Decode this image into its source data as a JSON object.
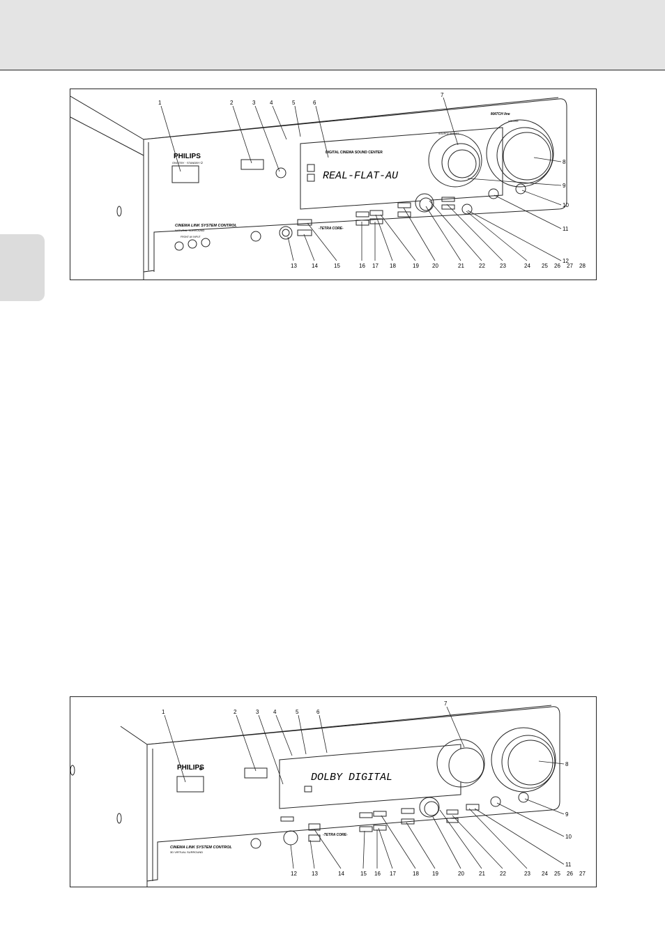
{
  "page": {
    "band_color": "#e4e4e4",
    "tab_color": "#dcdcdc"
  },
  "figure_top": {
    "brand": "PHILIPS",
    "power_label": "ON/STBY · STANDBY ⏻",
    "display_heading": "DIGITAL CINEMA SOUND CENTER",
    "display_text": "REAL-FLAT-AU",
    "cinema_link_label": "CINEMA LINK SYSTEM CONTROL",
    "surround_label": "NATURAL SURROUND",
    "tetra_label": "-TETRA CORE-",
    "match_label": "MATCH line",
    "volume_label": "VOLUME",
    "source_label": "SOURCE SELECT",
    "phones_label": "FRONT AV INPUT",
    "callouts_top": [
      "1",
      "2",
      "3",
      "4",
      "5",
      "6",
      "7"
    ],
    "callouts_right": [
      "8",
      "9",
      "10",
      "11",
      "12"
    ],
    "callouts_bottom": [
      "13",
      "14",
      "15",
      "16",
      "17",
      "18",
      "19",
      "20",
      "21",
      "22",
      "23",
      "24",
      "25",
      "26",
      "27",
      "28"
    ]
  },
  "figure_bottom": {
    "brand": "PHILIPS",
    "display_text": "DOLBY DIGITAL",
    "cinema_link_label": "CINEMA LINK SYSTEM CONTROL",
    "surround_label": "3D VIRTUAL SURROUND",
    "tetra_label": "-TETRA CORE-",
    "callouts_top": [
      "1",
      "2",
      "3",
      "4",
      "5",
      "6",
      "7"
    ],
    "callouts_right": [
      "8",
      "9",
      "10",
      "11"
    ],
    "callouts_bottom": [
      "12",
      "13",
      "14",
      "15",
      "16",
      "17",
      "18",
      "19",
      "20",
      "21",
      "22",
      "23",
      "24",
      "25",
      "26",
      "27"
    ]
  }
}
